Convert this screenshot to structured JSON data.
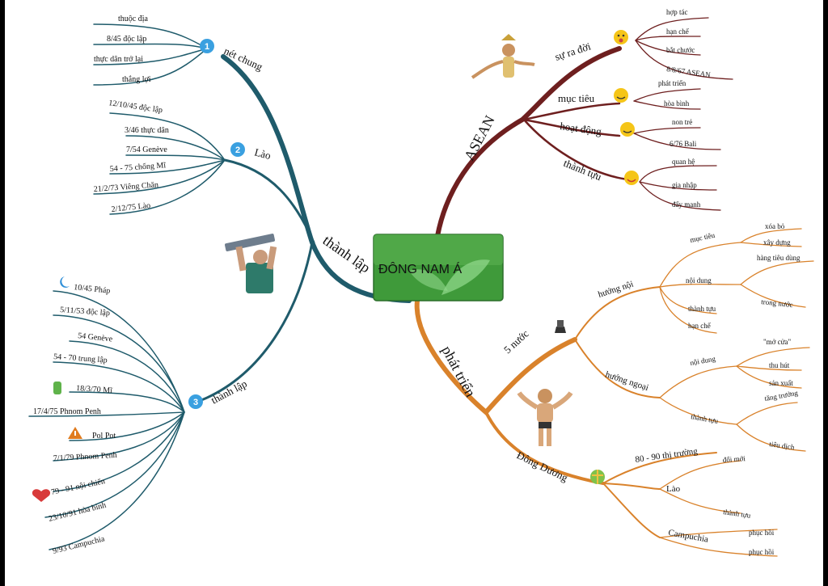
{
  "center": {
    "title": "ĐÔNG NAM Á"
  },
  "colors": {
    "tl": "#1f5b6b",
    "asean": "#6e1f1f",
    "pt": "#d9822b",
    "center_bg": "#3f9a3a"
  },
  "thanh_lap": {
    "label": "thành lập",
    "groups": [
      {
        "num": "1",
        "label": "nét chung",
        "items": [
          "thuộc địa",
          "8/45 độc lập",
          "thực dân trở lại",
          "thắng lợi"
        ]
      },
      {
        "num": "2",
        "label": "Lào",
        "items": [
          "12/10/45 độc lập",
          "3/46 thực dân",
          "7/54 Genève",
          "54 - 75 chống Mĩ",
          "21/2/73 Viêng Chăn",
          "2/12/75 Lào"
        ]
      },
      {
        "num": "3",
        "label": "thành lập",
        "items": [
          "10/45 Pháp",
          "5/11/53 độc lập",
          "54 Genève",
          "54 - 70 trung lập",
          "18/3/70 Mĩ",
          "17/4/75 Phnom Penh",
          "Pol Pot",
          "7/1/79 Phnom Penh",
          "79 - 91 nội chiến",
          "23/10/91 hòa bình",
          "9/93 Campuchia"
        ]
      }
    ]
  },
  "asean": {
    "label": "ASEAN",
    "groups": [
      {
        "label": "sự ra đời",
        "items": [
          "hợp tác",
          "hạn chế",
          "bắt chước",
          "8/8/67 ASEAN"
        ]
      },
      {
        "label": "mục tiêu",
        "items": [
          "phát triển",
          "hòa bình"
        ]
      },
      {
        "label": "hoạt động",
        "items": [
          "non trẻ",
          "6/76 Bali"
        ]
      },
      {
        "label": "thành tựu",
        "items": [
          "quan hệ",
          "gia nhập",
          "đẩy mạnh"
        ]
      }
    ]
  },
  "phat_trien": {
    "label": "phát triển",
    "nam_nuoc": {
      "label": "5 nước",
      "huong_noi": {
        "label": "hướng nội",
        "muc_tieu": "mục tiêu",
        "muc_tieu_items": [
          "xóa bỏ",
          "xây dựng"
        ],
        "noi_dung": "nội dung",
        "noi_dung_items": [
          "hàng tiêu dùng",
          "trong nước"
        ],
        "thanh_tuu": "thành tựu",
        "han_che": "hạn chế"
      },
      "huong_ngoai": {
        "label": "hướng ngoại",
        "noi_dung": "nội dung",
        "noi_dung_items": [
          "\"mở cửa\"",
          "thu hút",
          "sản xuất"
        ],
        "thanh_tuu": "thành tựu",
        "thanh_tuu_items": [
          "tăng trưởng",
          "tiêu dịch"
        ]
      }
    },
    "dong_duong": {
      "label": "Đông Dương",
      "thi_truong": "80 - 90 thị trường",
      "lao": {
        "label": "Lào",
        "items": [
          "đổi mới",
          "thành tựu"
        ]
      },
      "campuchia": {
        "label": "Campuchia",
        "items": [
          "phục hồi",
          "phục hồi"
        ]
      }
    }
  }
}
